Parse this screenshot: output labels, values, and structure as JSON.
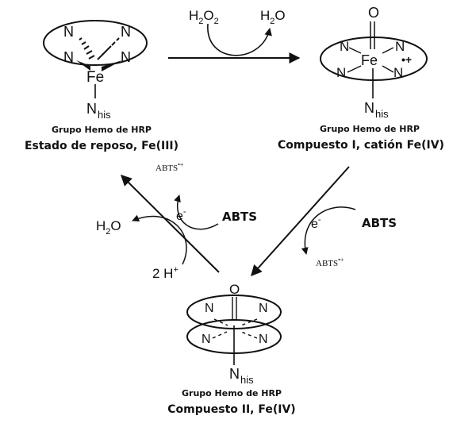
{
  "reagents": {
    "h2o2": {
      "base": "H",
      "sub1": "2",
      "mid": "O",
      "sub2": "2"
    },
    "h2o_top": {
      "base": "H",
      "sub": "2",
      "tail": "O"
    },
    "h2o_left": {
      "base": "H",
      "sub": "2",
      "tail": "O"
    },
    "abts": "ABTS",
    "abts_radical": "ABTS",
    "radical_mark": "•+",
    "electron": "e",
    "electron_sup": "-",
    "protons": "2 H",
    "protons_sup": "+"
  },
  "atoms": {
    "n": "N",
    "fe": "Fe",
    "o": "O",
    "nhis_base": "N",
    "nhis_sub": "his",
    "cation_radical": "•+"
  },
  "states": {
    "resting": {
      "title": "Grupo Hemo de HRP",
      "subtitle": "Estado de reposo, Fe(III)"
    },
    "compound1": {
      "title": "Grupo Hemo de HRP",
      "subtitle": "Compuesto I, catión Fe(IV)"
    },
    "compound2": {
      "title": "Grupo Hemo de HRP",
      "subtitle": "Compuesto II, Fe(IV)"
    }
  }
}
